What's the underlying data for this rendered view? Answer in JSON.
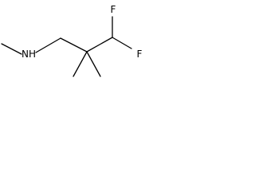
{
  "molecule": {
    "atoms": {
      "amine": "NH",
      "fluorine_upper": "F",
      "fluorine_lower": "F"
    }
  }
}
